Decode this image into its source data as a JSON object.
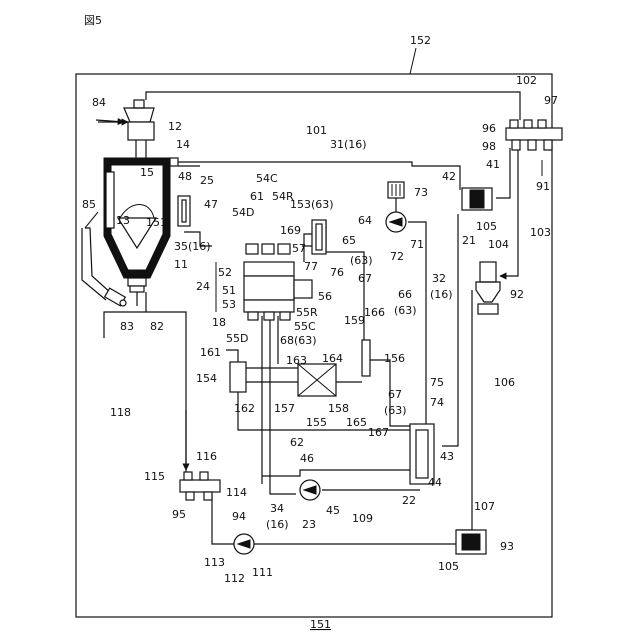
{
  "figure": {
    "title": "図5",
    "caption": "151"
  },
  "labels": {
    "n152": "152",
    "n84": "84",
    "n12": "12",
    "n101": "101",
    "n102": "102",
    "n97": "97",
    "n96": "96",
    "n98": "98",
    "n91": "91",
    "n14": "14",
    "n31_16": "31(16)",
    "n41": "41",
    "n42": "42",
    "n73": "73",
    "n64": "64",
    "n71": "71",
    "n72": "72",
    "n21": "21",
    "n105a": "105",
    "n104": "104",
    "n103": "103",
    "n92": "92",
    "n15": "15",
    "n48": "48",
    "n25": "25",
    "n47": "47",
    "n85": "85",
    "n13": "13",
    "n151b": "151",
    "n11": "11",
    "n35_16": "35(16)",
    "n54D": "54D",
    "n61": "61",
    "n54C": "54C",
    "n54R": "54R",
    "n153_63": "153(63)",
    "n169": "169",
    "n65": "65",
    "n57": "57",
    "n77": "77",
    "n76": "76",
    "n63p": "(63)",
    "n67a": "67",
    "n52": "52",
    "n51": "51",
    "n24": "24",
    "n53": "53",
    "n56": "56",
    "n18": "18",
    "n55D": "55D",
    "n55R": "55R",
    "n55C": "55C",
    "n83": "83",
    "n82": "82",
    "n159": "159",
    "n166": "166",
    "n66": "66",
    "n63q": "(63)",
    "n32": "32",
    "n16p": "(16)",
    "n68_63": "68(63)",
    "n161": "161",
    "n163": "163",
    "n164": "164",
    "n156": "156",
    "n154": "154",
    "n162": "162",
    "n157": "157",
    "n155": "155",
    "n158": "158",
    "n165": "165",
    "n167": "167",
    "n67b": "67",
    "n63r": "(63)",
    "n75": "75",
    "n74": "74",
    "n106": "106",
    "n118": "118",
    "n62": "62",
    "n43": "43",
    "n44": "44",
    "n46": "46",
    "n45": "45",
    "n22": "22",
    "n116": "116",
    "n115": "115",
    "n114": "114",
    "n34": "34",
    "n16q": "(16)",
    "n23": "23",
    "n109": "109",
    "n107": "107",
    "n95": "95",
    "n94": "94",
    "n113": "113",
    "n112": "112",
    "n111": "111",
    "n105b": "105",
    "n93": "93"
  },
  "colors": {
    "line": "#111111",
    "background": "#ffffff"
  }
}
